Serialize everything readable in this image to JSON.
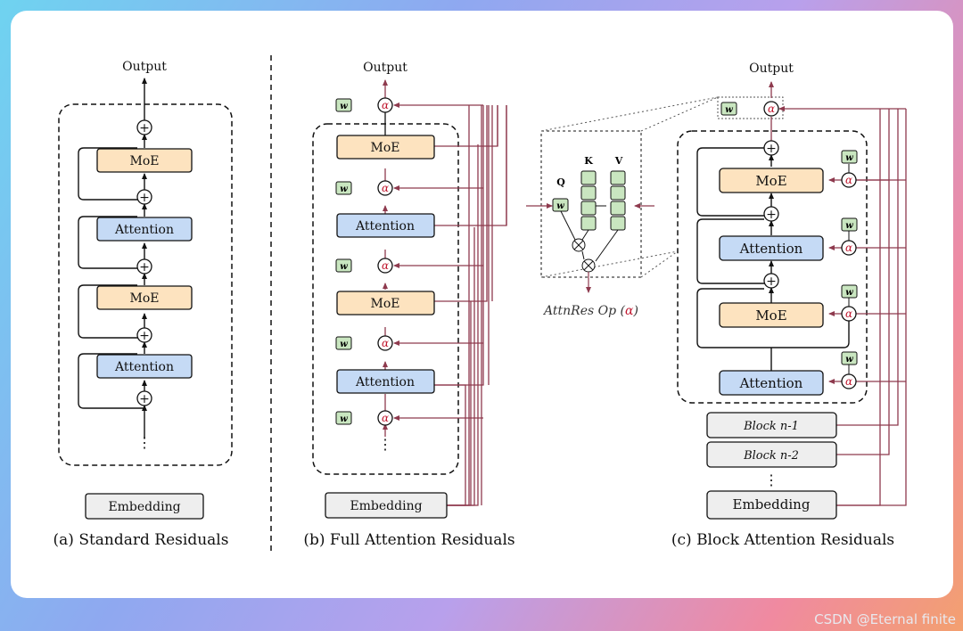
{
  "output_label": "Output",
  "moe_label": "MoE",
  "attention_label": "Attention",
  "embedding_label": "Embedding",
  "plus_symbol": "+",
  "alpha_symbol": "α",
  "w_symbol": "w",
  "ellipsis": "⋮",
  "attnres": {
    "q_label": "Q",
    "k_label": "K",
    "v_label": "V",
    "op_label_text": "AttnRes Op (",
    "op_label_alpha": "α",
    "op_label_close": ")"
  },
  "panel_c": {
    "block_n1": "Block n-1",
    "block_n2": "Block n-2"
  },
  "captions": {
    "a": "(a) Standard Residuals",
    "b": "(b) Full Attention Residuals",
    "c": "(c) Block Attention Residuals"
  },
  "watermark": "CSDN @Eternal finite",
  "colors": {
    "moe_fill": "#fde3bf",
    "attention_fill": "#c5daf5",
    "embedding_fill": "#eeeeee",
    "w_fill": "#c9e6c0",
    "residual_line": "#8e3a4e",
    "alpha_red": "#c0182f"
  }
}
